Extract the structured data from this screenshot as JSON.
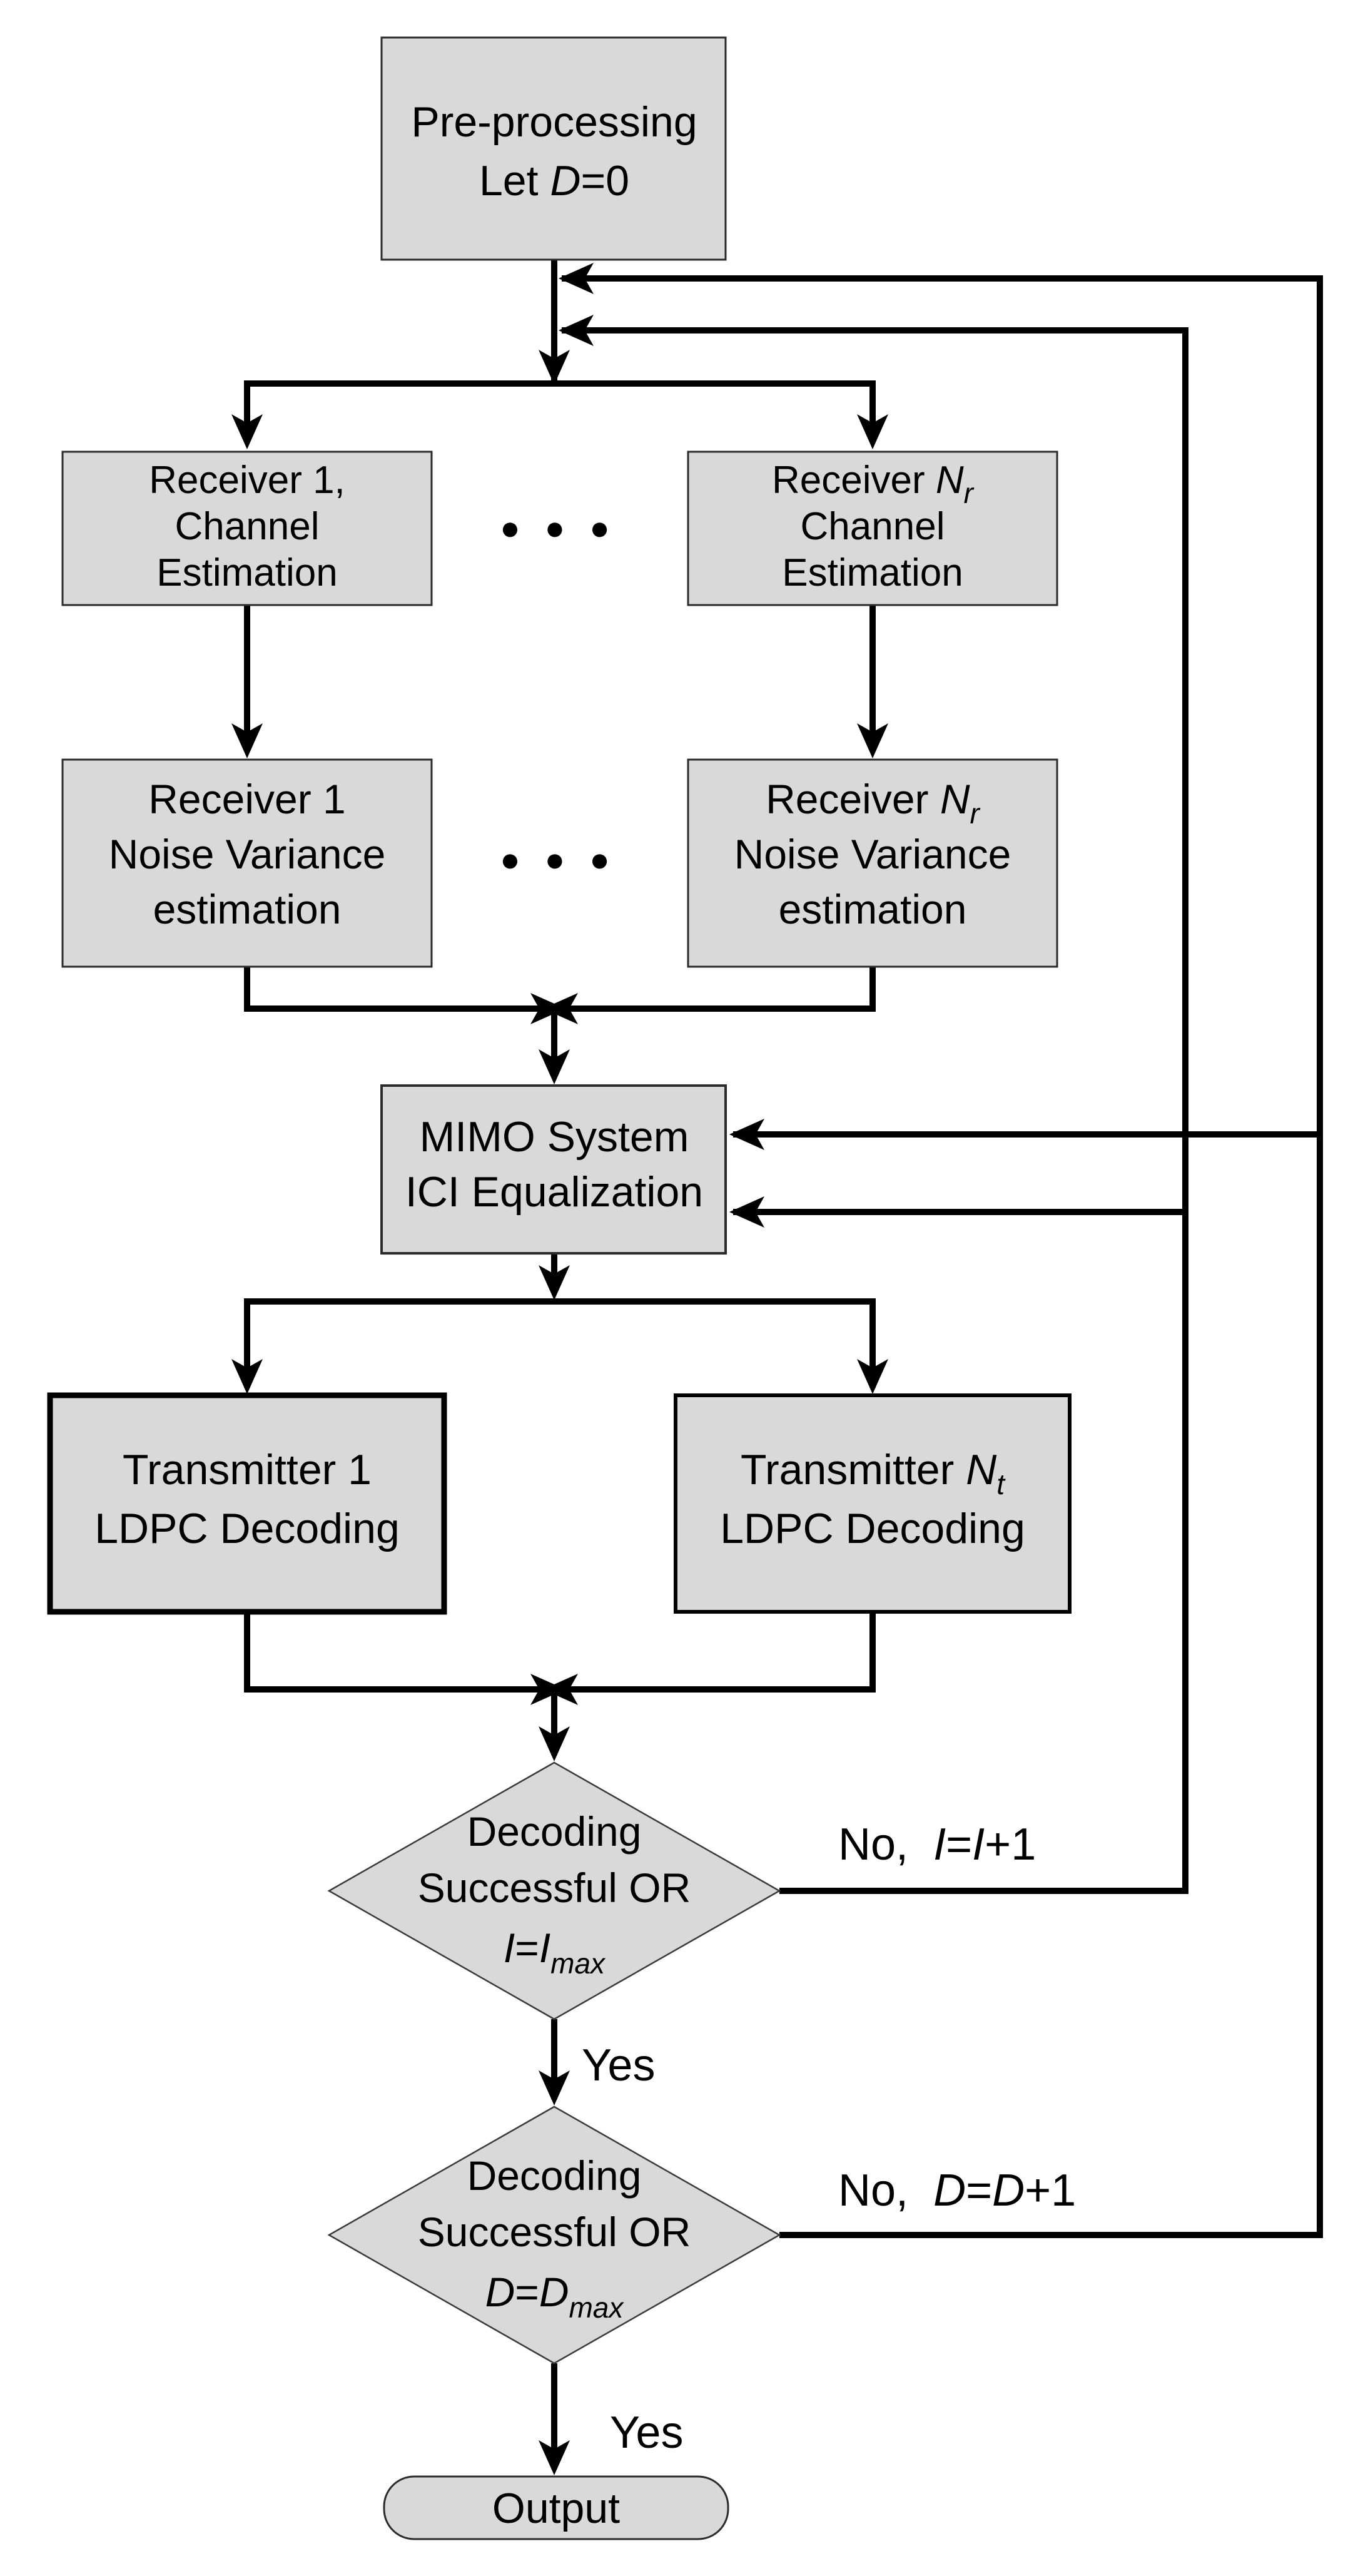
{
  "diagram": {
    "background": "#ffffff",
    "node_fill": "#d9d9d9",
    "node_border": "#2b2b2b",
    "line_color": "#000000",
    "text_color": "#000000"
  },
  "nodes": {
    "preprocessing": {
      "line1": "Pre-processing",
      "let": "Let ",
      "var": "D",
      "suffix": "=0"
    },
    "receiver1_channel": {
      "line1": "Receiver 1,",
      "line2": "Channel",
      "line3": "Estimation"
    },
    "receiverN_channel": {
      "prefix": "Receiver ",
      "var": "N",
      "sub": "r",
      "line2": "Channel",
      "line3": "Estimation"
    },
    "receiver1_noise": {
      "line1": "Receiver 1",
      "line2": "Noise Variance",
      "line3": "estimation"
    },
    "receiverN_noise": {
      "prefix": "Receiver ",
      "var": "N",
      "sub": "r",
      "line2": "Noise Variance",
      "line3": "estimation"
    },
    "mimo": {
      "line1": "MIMO System",
      "line2": "ICI Equalization"
    },
    "transmitter1": {
      "line1": "Transmitter 1",
      "line2": "LDPC Decoding"
    },
    "transmitterN": {
      "prefix": "Transmitter ",
      "var": "N",
      "sub": "t",
      "line2": "LDPC Decoding"
    },
    "decision_iteration": {
      "line1": "Decoding",
      "line2": "Successful OR",
      "lhs": "I",
      "eq": "=",
      "rhs": "I",
      "sub": "max"
    },
    "decision_delay": {
      "line1": "Decoding",
      "line2": "Successful OR",
      "lhs": "D",
      "eq": "=",
      "rhs": "D",
      "sub": "max"
    },
    "output": {
      "label": "Output"
    }
  },
  "edge_labels": {
    "no_iteration": {
      "no": "No,  ",
      "lhs": "I",
      "eq": "=",
      "rhs": "I",
      "inc": "+1"
    },
    "yes_iteration": "Yes",
    "no_delay": {
      "no": "No,  ",
      "lhs": "D",
      "eq": "=",
      "rhs": "D",
      "inc": "+1"
    },
    "yes_delay": "Yes"
  },
  "ellipsis": {
    "channel_row": "● ● ●",
    "noise_row": "● ● ●"
  }
}
